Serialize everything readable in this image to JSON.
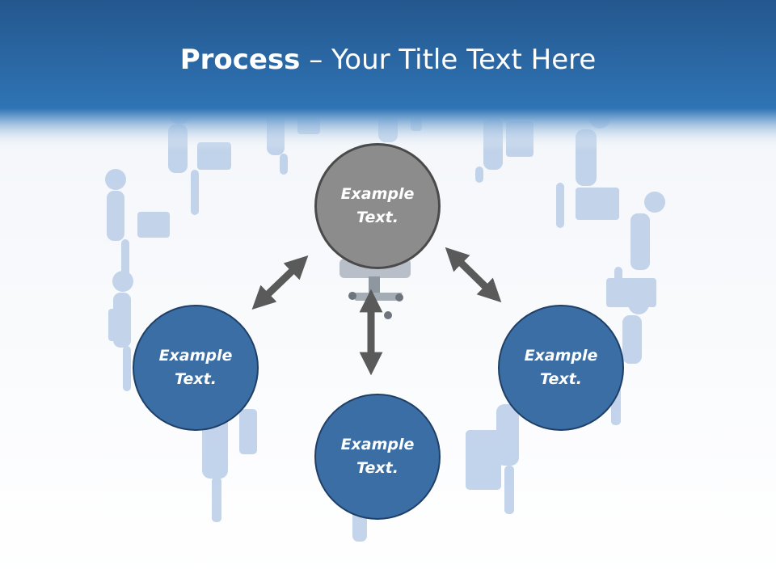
{
  "slide": {
    "title_bold": "Process",
    "title_rest": " – Your Title Text Here"
  },
  "colors": {
    "header_blue": "#2f6fa8",
    "node_blue": "#3a6ea5",
    "center_grey": "#8c8c8c",
    "arrow_grey": "#5a5a5a"
  },
  "diagram": {
    "center": {
      "label": "Example Text."
    },
    "nodes": [
      {
        "id": "left",
        "label": "Example Text."
      },
      {
        "id": "bottom",
        "label": "Example Text."
      },
      {
        "id": "right",
        "label": "Example Text."
      }
    ]
  }
}
